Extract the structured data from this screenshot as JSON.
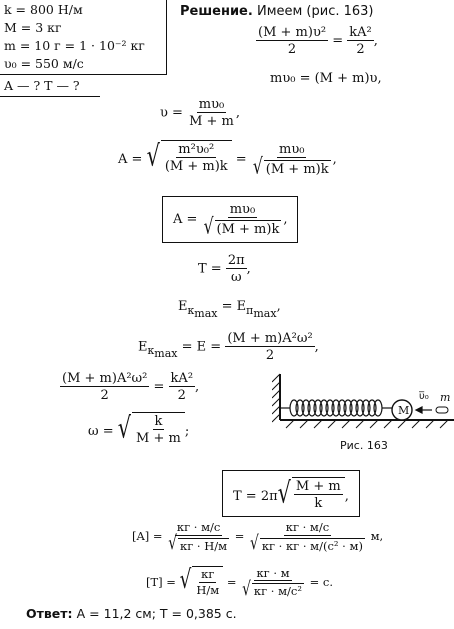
{
  "given": {
    "lines": [
      "k = 800 Н/м",
      "M = 3 кг",
      "m = 10 г = 1 · 10⁻² кг",
      "υ₀ = 550 м/с"
    ],
    "find": "A — ? T — ?"
  },
  "solution": {
    "heading": "Решение.",
    "intro": "Имеем (рис. 163)",
    "eq1": {
      "num": "(M + m)υ²",
      "den": "2",
      "eq": "=",
      "rnum": "kA²",
      "rden": "2",
      "tail": ","
    },
    "eq2": "mυ₀ = (M + m)υ,",
    "eq3": {
      "lhs": "υ =",
      "num": "mυ₀",
      "den": "M + m",
      "tail": ","
    },
    "eq4": {
      "lhs": "A =",
      "snum": "m²υ₀²",
      "sden": "(M + m)k",
      "eq": "=",
      "num": "mυ₀",
      "den": "(M + m)k",
      "tail": ","
    },
    "eq5": {
      "lhs": "A =",
      "num": "mυ₀",
      "den": "(M + m)k",
      "tail": ","
    },
    "eq6": {
      "lhs": "T =",
      "num": "2π",
      "den": "ω",
      "tail": ","
    },
    "eq7": {
      "lhs": "E",
      "lsub": "к",
      "lsub2": "max",
      "eq": "= E",
      "rsub": "п",
      "rsub2": "max",
      "tail": ","
    },
    "eq8": {
      "lhs": "E",
      "lsub": "к",
      "lsub2": "max",
      "mid": "= E =",
      "num": "(M + m)A²ω²",
      "den": "2",
      "tail": ","
    },
    "eq9": {
      "num": "(M + m)A²ω²",
      "den": "2",
      "eq": "=",
      "rnum": "kA²",
      "rden": "2",
      "tail": ","
    },
    "eq10": {
      "lhs": "ω =",
      "num": "k",
      "den": "M + m",
      "tail": ";"
    },
    "eq11": {
      "lhs": "T = 2π",
      "num": "M + m",
      "den": "k",
      "tail": ","
    },
    "eq12": {
      "lhs": "[A] =",
      "n1": "кг · м/с",
      "d1": "кг · Н/м",
      "eq": "=",
      "n2": "кг · м/с",
      "d2": "кг · кг · м/(с² · м)",
      "tail": "м,"
    },
    "eq13": {
      "lhs": "[T] =",
      "n1": "кг",
      "d1": "Н/м",
      "eq": "=",
      "n2": "кг · м",
      "d2": "кг · м/с²",
      "tail": "= с."
    },
    "answer_label": "Ответ:",
    "answer_text": "A = 11,2 см; T = 0,385 с."
  },
  "figure": {
    "mass_big": "M",
    "velocity": "υ̅₀",
    "mass_small": "m",
    "caption": "Рис. 163"
  }
}
